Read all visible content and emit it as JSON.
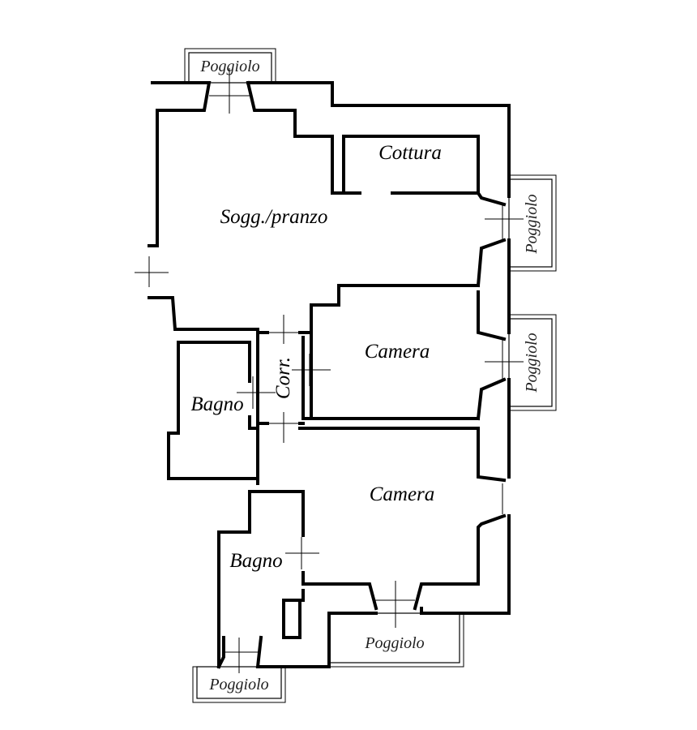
{
  "rooms": {
    "soggiorno": "Sogg./pranzo",
    "cottura": "Cottura",
    "corridoio": "Corr.",
    "camera_1": "Camera",
    "camera_2": "Camera",
    "bagno_1": "Bagno",
    "bagno_2": "Bagno"
  },
  "balconies": {
    "top": "Poggiolo",
    "right_upper": "Poggiolo",
    "right_lower": "Poggiolo",
    "bottom_center": "Poggiolo",
    "bottom_left": "Poggiolo"
  }
}
